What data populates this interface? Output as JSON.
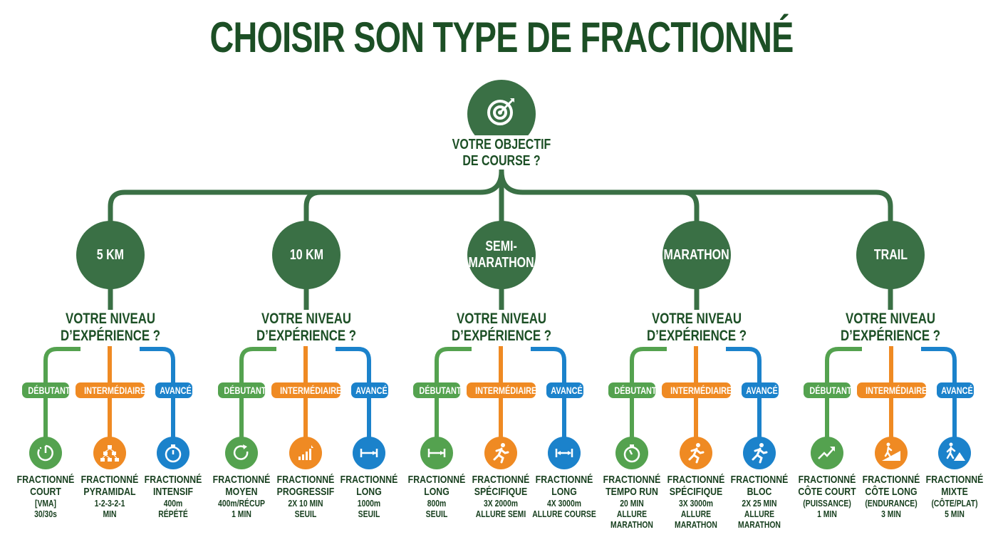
{
  "title": "CHOISIR SON TYPE DE FRACTIONNÉ",
  "root": {
    "icon": "target-icon",
    "question_line1": "VOTRE OBJECTIF",
    "question_line2": "DE COURSE ?"
  },
  "colors": {
    "dark_green": "#3a7045",
    "title_green": "#1c4f25",
    "debutant": "#54a24f",
    "intermediaire": "#ef8a23",
    "avance": "#1b82cb"
  },
  "level_question": {
    "line1": "VOTRE NIVEAU",
    "line2": "D’EXPÉRIENCE ?"
  },
  "level_labels": {
    "debutant": "DÉBUTANT",
    "intermediaire": "INTERMÉDIAIRE",
    "avance": "AVANCÉ"
  },
  "goals": [
    {
      "label": "5 KM",
      "results": [
        {
          "icon": "timer-icon",
          "name": [
            "FRACTIONNÉ",
            "COURT"
          ],
          "detail": [
            "[VMA]",
            "30/30s"
          ]
        },
        {
          "icon": "pyramid-hierarchy-icon",
          "name": [
            "FRACTIONNÉ",
            "PYRAMIDAL"
          ],
          "detail": [
            "1-2-3-2-1",
            "MIN"
          ]
        },
        {
          "icon": "stopwatch-icon",
          "name": [
            "FRACTIONNÉ",
            "INTENSIF"
          ],
          "detail": [
            "400m",
            "RÉPÉTÉ"
          ]
        }
      ]
    },
    {
      "label": "10 KM",
      "results": [
        {
          "icon": "refresh-cycle-icon",
          "name": [
            "FRACTIONNÉ",
            "MOYEN"
          ],
          "detail": [
            "400m/RÉCUP",
            "1 MIN"
          ]
        },
        {
          "icon": "progress-bars-icon",
          "name": [
            "FRACTIONNÉ",
            "PROGRESSIF"
          ],
          "detail": [
            "2X 10 MIN",
            "SEUIL"
          ]
        },
        {
          "icon": "distance-arrow-icon",
          "name": [
            "FRACTIONNÉ",
            "LONG"
          ],
          "detail": [
            "1000m",
            "SEUIL"
          ]
        }
      ]
    },
    {
      "label": "SEMI-\nMARATHON",
      "label_line1": "SEMI-",
      "label_line2": "MARATHON",
      "results": [
        {
          "icon": "distance-arrow-icon",
          "name": [
            "FRACTIONNÉ",
            "LONG"
          ],
          "detail": [
            "800m",
            "SEUIL"
          ]
        },
        {
          "icon": "runner-icon",
          "name": [
            "FRACTIONNÉ",
            "SPÉCIFIQUE"
          ],
          "detail": [
            "3X 2000m",
            "ALLURE SEMI"
          ]
        },
        {
          "icon": "double-arrow-icon",
          "name": [
            "FRACTIONNÉ",
            "LONG"
          ],
          "detail": [
            "4X 3000m",
            "ALLURE COURSE"
          ]
        }
      ]
    },
    {
      "label": "MARATHON",
      "results": [
        {
          "icon": "stopwatch-icon",
          "name": [
            "FRACTIONNÉ",
            "TEMPO RUN"
          ],
          "detail": [
            "20 MIN",
            "ALLURE",
            "MARATHON"
          ]
        },
        {
          "icon": "runner-icon",
          "name": [
            "FRACTIONNÉ",
            "SPÉCIFIQUE"
          ],
          "detail": [
            "3X 3000m",
            "ALLURE",
            "MARATHON"
          ]
        },
        {
          "icon": "runner-icon",
          "name": [
            "FRACTIONNÉ",
            "BLOC"
          ],
          "detail": [
            "2X 25 MIN",
            "ALLURE MARATHON"
          ]
        }
      ]
    },
    {
      "label": "TRAIL",
      "results": [
        {
          "icon": "trend-up-icon",
          "name": [
            "FRACTIONNÉ",
            "CÔTE COURT"
          ],
          "detail": [
            "(PUISSANCE)",
            "1 MIN"
          ]
        },
        {
          "icon": "hiker-slope-icon",
          "name": [
            "FRACTIONNÉ",
            "CÔTE LONG"
          ],
          "detail": [
            "(ENDURANCE)",
            "3 MIN"
          ]
        },
        {
          "icon": "hiker-mountain-icon",
          "name": [
            "FRACTIONNÉ",
            "MIXTE"
          ],
          "detail": [
            "(CÔTE/PLAT)",
            "5 MIN"
          ]
        }
      ]
    }
  ]
}
